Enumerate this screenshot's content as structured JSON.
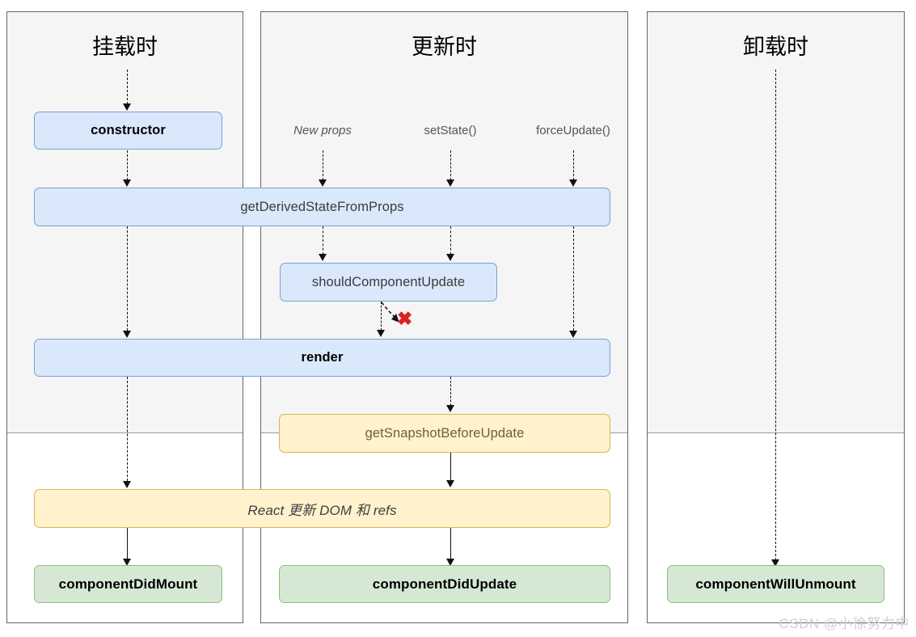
{
  "diagram": {
    "title": "React Component Lifecycle",
    "watermark": "CSDN @小徐努力中",
    "colors": {
      "blue_fill": "#dae8fc",
      "blue_stroke": "#7a9fd4",
      "orange_fill": "#fff2cc",
      "orange_stroke": "#d6b656",
      "green_fill": "#d5e8d4",
      "green_stroke": "#93bb83",
      "phase_header_fill": "#f5f5f5",
      "column_stroke": "#666666",
      "connector": "#111111",
      "error_mark": "#e02020"
    }
  },
  "columns": {
    "mounting": {
      "title": "挂载时",
      "nodes": {
        "constructor": "constructor",
        "did_mount": "componentDidMount"
      }
    },
    "updating": {
      "title": "更新时",
      "triggers": [
        {
          "label": "New props",
          "italic": true
        },
        {
          "label": "setState()",
          "italic": false
        },
        {
          "label": "forceUpdate()",
          "italic": false
        }
      ],
      "nodes": {
        "should_component_update": "shouldComponentUpdate",
        "get_snapshot_before_update": "getSnapshotBeforeUpdate",
        "did_update": "componentDidUpdate"
      }
    },
    "unmounting": {
      "title": "卸载时",
      "nodes": {
        "will_unmount": "componentWillUnmount"
      }
    }
  },
  "shared_nodes": {
    "get_derived_state_from_props": "getDerivedStateFromProps",
    "render": "render",
    "react_updates_dom": "React 更新 DOM 和 refs"
  },
  "markers": {
    "skip_render_cross": "✖"
  }
}
